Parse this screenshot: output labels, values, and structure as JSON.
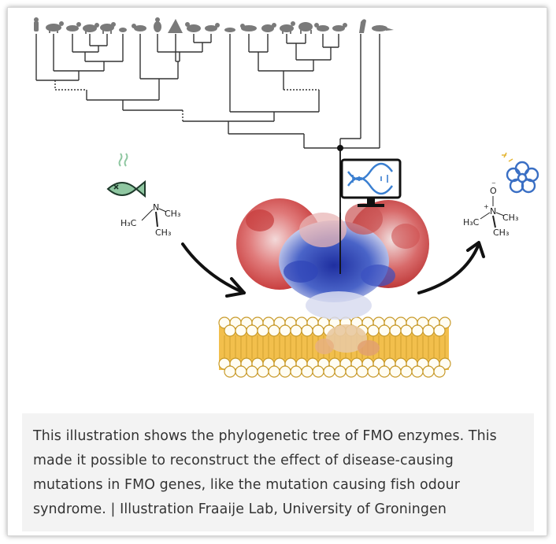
{
  "colors": {
    "tree_line": "#333333",
    "animal_silhouette": "#7a7a7a",
    "fish_fill": "#8fc7a1",
    "dna_blue": "#3a7fd1",
    "protein_red": "#d23c3c",
    "protein_blue": "#2b3fb0",
    "membrane_fill": "#f2bf4c",
    "membrane_stroke": "#c89a2a",
    "flower_blue": "#3a6fc4",
    "caption_bg": "#f3f3f3",
    "caption_text": "#333333"
  },
  "icons": {
    "smelly_fish": "fish-icon",
    "computer_dna": "monitor-dna-icon",
    "flower": "flower-icon",
    "arrows": "curved-arrow-icon"
  },
  "figure": {
    "left_molecule": {
      "n": "N",
      "ch3_right": "CH₃",
      "h3c_left": "H₃C",
      "ch3_bottom": "CH₃"
    },
    "right_molecule": {
      "o": "O",
      "charge": "⁻",
      "n": "N",
      "plus": "+",
      "ch3_right": "CH₃",
      "h3c_left": "H₃C",
      "ch3_bottom": "CH₃"
    }
  },
  "caption": {
    "text": "This illustration shows the phylogenetic tree of FMO enzymes. This made it possible to reconstruct the effect of disease-causing mutations in FMO genes, like the mutation causing fish odour syndrome. | Illustration Fraaije Lab, University of Groningen"
  }
}
